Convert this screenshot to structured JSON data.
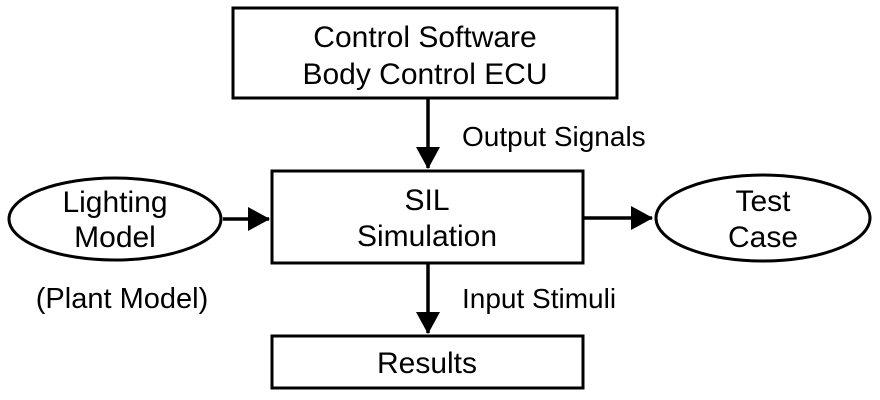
{
  "diagram": {
    "background_color": "#ffffff",
    "line_color": "#000000",
    "nodes": {
      "control_ecu": {
        "type": "rect",
        "line1": "Control Software",
        "line2": "Body Control ECU"
      },
      "sil": {
        "type": "rect",
        "line1": "SIL",
        "line2": "Simulation"
      },
      "results": {
        "type": "rect",
        "label": "Results"
      },
      "lighting_model": {
        "type": "ellipse",
        "line1": "Lighting",
        "line2": "Model",
        "caption": "(Plant Model)"
      },
      "test_case": {
        "type": "ellipse",
        "line1": "Test",
        "line2": "Case"
      }
    },
    "edges": {
      "control_to_sil": {
        "label": "Output Signals"
      },
      "sil_to_results": {
        "label": "Input Stimuli"
      },
      "lighting_to_sil": {
        "label": ""
      },
      "sil_to_testcase": {
        "label": ""
      }
    }
  }
}
